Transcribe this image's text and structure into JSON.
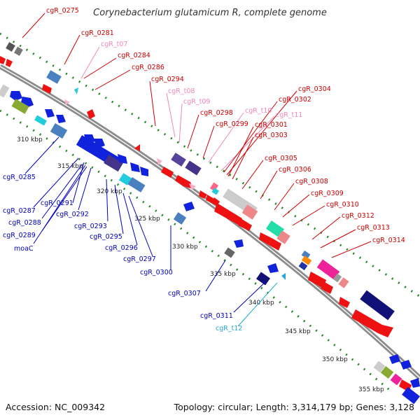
{
  "title": "Corynebacterium glutamicum R, complete genome",
  "footer": {
    "accession": "Accession: NC_009342",
    "topology": "Topology: circular; Length: 3,314,179 bp; Genes: 3,128"
  },
  "colors": {
    "backbone": "#8c8c8c",
    "forward_label": "#cc0000",
    "reverse_label": "#0000bb",
    "trna_label": "#ee88bb",
    "cyan_label": "#22aacc",
    "tick": "#228822"
  },
  "scale": {
    "ticks": [
      "310 kbp",
      "315 kbp",
      "320 kbp",
      "325 kbp",
      "330 kbp",
      "335 kbp",
      "340 kbp",
      "345 kbp",
      "350 kbp",
      "355 kbp"
    ]
  },
  "labels": {
    "forward": [
      "cgR_0275",
      "cgR_0281",
      "cgR_t07",
      "cgR_0284",
      "cgR_0286",
      "cgR_0294",
      "cgR_t08",
      "cgR_t09",
      "cgR_0298",
      "cgR_0299",
      "cgR_t10",
      "cgR_t11",
      "cgR_0301",
      "cgR_0303",
      "cgR_0304",
      "cgR_0302",
      "cgR_0305",
      "cgR_0306",
      "cgR_0308",
      "cgR_0309",
      "cgR_0310",
      "cgR_0312",
      "cgR_0313",
      "cgR_0314"
    ],
    "reverse": [
      "cgR_0285",
      "cgR_0287",
      "cgR_0291",
      "cgR_0288",
      "cgR_0292",
      "cgR_0289",
      "cgR_0293",
      "moaC",
      "cgR_0295",
      "cgR_0296",
      "cgR_0297",
      "cgR_0300",
      "cgR_0307",
      "cgR_0311",
      "cgR_t12"
    ]
  }
}
